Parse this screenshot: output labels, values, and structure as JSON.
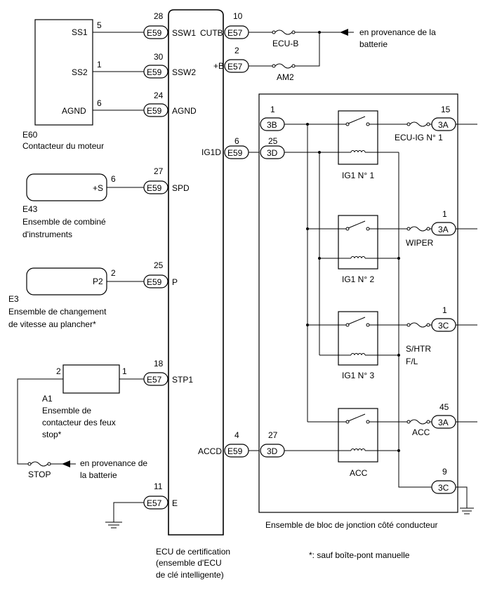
{
  "ecu": {
    "caption": [
      "ECU de certification",
      "(ensemble d'ECU",
      "de clé intelligente)"
    ]
  },
  "connectors": {
    "e59": "E59",
    "e57": "E57",
    "e3a": "3A",
    "e3b": "3B",
    "e3c": "3C",
    "e3d": "3D"
  },
  "engine_switch": {
    "code": "E60",
    "name": "Contacteur du moteur",
    "pins": [
      {
        "label": "SS1",
        "num": "5"
      },
      {
        "label": "SS2",
        "num": "1"
      },
      {
        "label": "AGND",
        "num": "6"
      }
    ]
  },
  "ecu_pins": [
    {
      "num": "28",
      "label": "SSW1"
    },
    {
      "num": "30",
      "label": "SSW2"
    },
    {
      "num": "24",
      "label": "AGND"
    },
    {
      "num": "27",
      "label": "SPD"
    },
    {
      "num": "25",
      "label": "P"
    },
    {
      "num": "18",
      "label": "STP1"
    },
    {
      "num": "11",
      "label": "E"
    }
  ],
  "ecu_right_pins": [
    {
      "num": "10",
      "label": "CUTB"
    },
    {
      "num": "2",
      "label": "+B"
    },
    {
      "num": "6",
      "label": "IG1D"
    },
    {
      "num": "4",
      "label": "ACCD"
    }
  ],
  "combimeter": {
    "code": "E43",
    "pin_label": "+S",
    "pin_num": "6",
    "name": [
      "Ensemble de combiné",
      "d'instruments"
    ]
  },
  "shift": {
    "code": "E3",
    "pin_label": "P2",
    "pin_num": "2",
    "name": [
      "Ensemble de changement",
      "de vitesse au plancher*"
    ]
  },
  "stop_switch": {
    "code": "A1",
    "pin_left": "2",
    "pin_right": "1",
    "name": [
      "Ensemble de",
      "contacteur des feux",
      "stop*"
    ]
  },
  "fuses": {
    "ecub": "ECU-B",
    "am2": "AM2",
    "stop": "STOP",
    "ecuig1": "ECU-IG N° 1",
    "wiper": "WIPER",
    "shtr": [
      "S/HTR",
      "F/L"
    ],
    "acc": "ACC"
  },
  "battery_label": [
    "en provenance de la",
    "batterie"
  ],
  "battery_label_stop": [
    "en provenance de",
    "la batterie"
  ],
  "junction_block": {
    "caption": "Ensemble de bloc de jonction côté conducteur",
    "left_pins": [
      {
        "num": "1",
        "conn": "3B"
      },
      {
        "num": "25",
        "conn": "3D"
      },
      {
        "num": "27",
        "conn": "3D"
      }
    ],
    "right_pins": [
      {
        "num": "15",
        "conn": "3A"
      },
      {
        "num": "1",
        "conn": "3A"
      },
      {
        "num": "1",
        "conn": "3C"
      },
      {
        "num": "45",
        "conn": "3A"
      },
      {
        "num": "9",
        "conn": "3C"
      }
    ],
    "relays": [
      "IG1 N° 1",
      "IG1 N° 2",
      "IG1 N° 3",
      "ACC"
    ]
  },
  "footnote": "*: sauf boîte-pont manuelle"
}
